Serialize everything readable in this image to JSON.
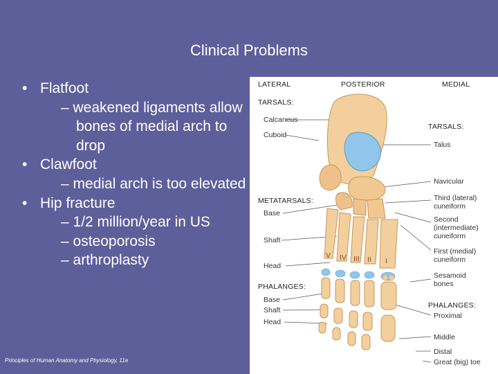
{
  "title": "Clinical Problems",
  "bullets": [
    {
      "text": "Flatfoot",
      "sub": [
        "weakened ligaments allow bones of medial arch to drop"
      ]
    },
    {
      "text": "Clawfoot",
      "sub": [
        "medial arch is too elevated"
      ]
    },
    {
      "text": "Hip fracture",
      "sub": [
        "1/2 million/year in US",
        "osteoporosis",
        "arthroplasty"
      ]
    }
  ],
  "footer": "Principles of Human Anatomy and Physiology, 11e",
  "figure": {
    "orientation": {
      "lateral": "LATERAL",
      "posterior": "POSTERIOR",
      "medial": "MEDIAL"
    },
    "left_labels": {
      "tarsals_header": "TARSALS:",
      "calcaneus": "Calcaneus",
      "cuboid": "Cuboid",
      "metatarsals_header": "METATARSALS:",
      "base": "Base",
      "shaft": "Shaft",
      "head": "Head",
      "phalanges_header": "PHALANGES:",
      "ph_base": "Base",
      "ph_shaft": "Shaft",
      "ph_head": "Head"
    },
    "right_labels": {
      "tarsals_header": "TARSALS:",
      "talus": "Talus",
      "navicular": "Navicular",
      "third_cuneiform_1": "Third (lateral)",
      "third_cuneiform_2": "cuneiform",
      "second_cuneiform_1": "Second",
      "second_cuneiform_2": "(intermediate)",
      "second_cuneiform_3": "cuneiform",
      "first_cuneiform_1": "First (medial)",
      "first_cuneiform_2": "cuneiform",
      "sesamoid_1": "Sesamoid",
      "sesamoid_2": "bones",
      "phalanges_header": "PHALANGES:",
      "proximal": "Proximal",
      "middle": "Middle",
      "distal": "Distal",
      "great_toe": "Great (big) toe"
    },
    "metatarsal_numerals": [
      "V",
      "IV",
      "III",
      "II",
      "I"
    ],
    "colors": {
      "bone": "#f2cf9c",
      "bone_shadow": "#d9a46a",
      "cartilage": "#8fc6ea",
      "leader": "#555555"
    }
  }
}
